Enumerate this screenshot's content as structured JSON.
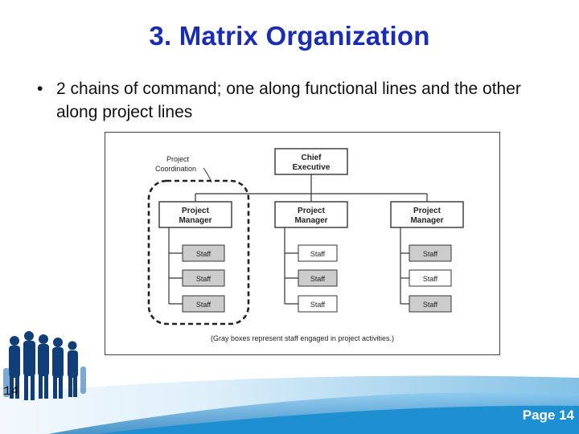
{
  "slide": {
    "title": "3. Matrix Organization",
    "bullet_symbol": "•",
    "bullet": "2 chains of command; one along functional lines and the other along project lines"
  },
  "diagram": {
    "coordination_label_1": "Project",
    "coordination_label_2": "Coordination",
    "chief_line_1": "Chief",
    "chief_line_2": "Executive",
    "manager_line_1": "Project",
    "manager_line_2": "Manager",
    "staff_label": "Staff",
    "caption": "(Gray boxes represent staff engaged in project activities.)"
  },
  "footer": {
    "slide_number": "14",
    "page_label": "Page 14"
  },
  "colors": {
    "title": "#1a2db3",
    "staff_fill": "#cccccc",
    "footer_blue": "#1e8fd0"
  }
}
